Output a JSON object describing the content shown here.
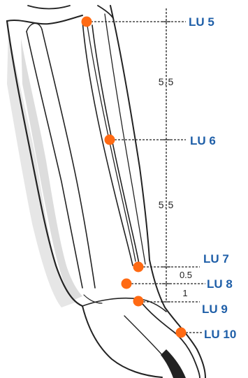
{
  "points": [
    {
      "id": "lu5",
      "label": "LU 5"
    },
    {
      "id": "lu6",
      "label": "LU 6"
    },
    {
      "id": "lu7",
      "label": "LU 7"
    },
    {
      "id": "lu8",
      "label": "LU 8"
    },
    {
      "id": "lu9",
      "label": "LU 9"
    },
    {
      "id": "lu10",
      "label": "LU 10"
    }
  ],
  "measurements": {
    "lu5_lu6": "5.5",
    "lu6_lu7": "5.5",
    "lu7_lu8": "0.5",
    "lu8_lu9": "1"
  },
  "colors": {
    "point": "#ff6a13",
    "label": "#1f5fa8",
    "ink": "#222222"
  }
}
